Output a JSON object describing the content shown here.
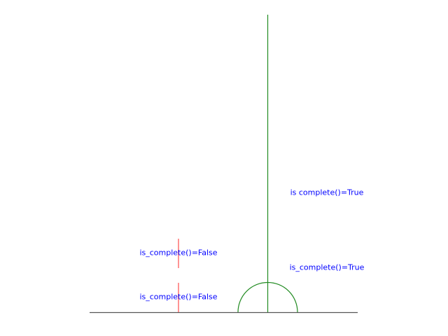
{
  "colors": {
    "baseline": "#555555",
    "incomplete": "#ff4d4d",
    "complete": "#228b22",
    "label": "#0000ff"
  },
  "labels": [
    {
      "text": "is_complete()=False",
      "state": "incomplete"
    },
    {
      "text": "is_complete()=False",
      "state": "incomplete"
    },
    {
      "text": "is_complete()=True",
      "state": "complete"
    },
    {
      "text": "is complete()=True",
      "state": "complete"
    }
  ]
}
